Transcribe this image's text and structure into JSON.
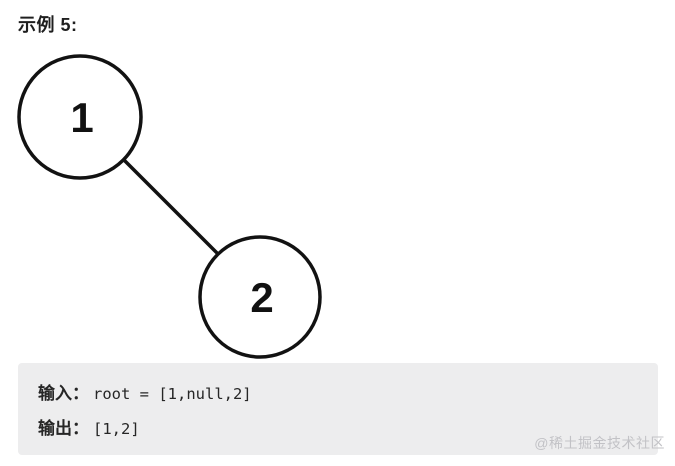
{
  "title": "示例 5:",
  "tree": {
    "stroke_color": "#121212",
    "node_fill": "#ffffff",
    "nodes": [
      {
        "name": "root",
        "value": "1"
      },
      {
        "name": "right-child",
        "value": "2"
      }
    ],
    "edges": [
      {
        "from": "1",
        "to": "2"
      }
    ]
  },
  "example_box": {
    "background": "#ededee",
    "input_label": "输入：",
    "input_value": "root = [1,null,2]",
    "output_label": "输出：",
    "output_value": "[1,2]"
  },
  "watermark": {
    "text": "@稀土掘金技术社区",
    "color": "#c2c2c6"
  }
}
